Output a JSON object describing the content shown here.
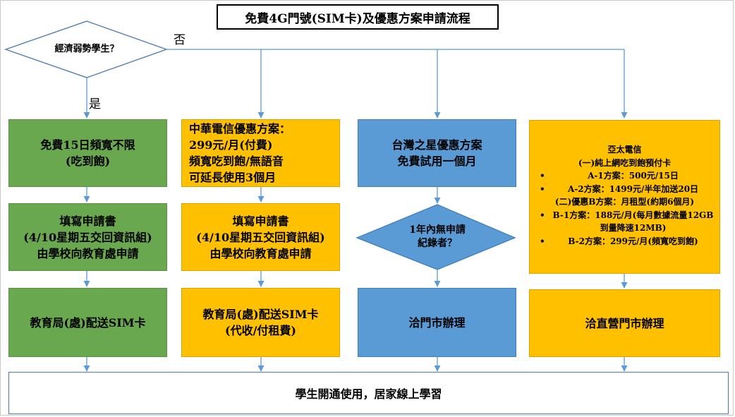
{
  "title": "免費4G門號(SIM卡)及優惠方案申請流程",
  "decision1": {
    "text": "經濟弱勢學生？",
    "no_label": "否",
    "yes_label": "是"
  },
  "col1": {
    "box1": [
      "免費15日頻寬不限",
      "(吃到飽)"
    ],
    "box2": [
      "填寫申請書",
      "(4/10星期五交回資訊組)",
      "由學校向教育處申請"
    ],
    "box3": [
      "教育局(處)配送SIM卡"
    ]
  },
  "col2": {
    "box1": [
      "中華電信優惠方案：",
      "299元/月(付費)",
      "頻寬吃到飽/無語音",
      "可延長使用3個月"
    ],
    "box2": [
      "填寫申請書",
      "(4/10星期五交回資訊組)",
      "由學校向教育處申請"
    ],
    "box3": [
      "教育局(處)配送SIM卡",
      "(代收/付租費)"
    ]
  },
  "col3": {
    "box1": [
      "台灣之星優惠方案",
      "免費試用一個月"
    ],
    "decision": [
      "1年內無申請",
      "紀錄者？"
    ],
    "box3": [
      "洽門市辦理"
    ]
  },
  "col4": {
    "company": "亞太電信",
    "plan1_header": "(一)純上網吃到飽預付卡",
    "plan1_items": [
      "A-1方案：500元/15日",
      "A-2方案：1499元/半年加送20日"
    ],
    "plan2_header": "(二)優惠B方案：月租型(約期6個月)",
    "plan2_items": [
      "B-1方案：188元/月(每月數據流量12GB到量降速12MB)",
      "B-2方案：299元/月(頻寬吃到飽)"
    ],
    "box3": [
      "洽直營門市辦理"
    ]
  },
  "bottom": "學生開通使用，居家線上學習",
  "colors": {
    "green": "#6aa84f",
    "orange": "#ffc000",
    "blue": "#5b9bd5",
    "connector": "#5b9bd5"
  }
}
